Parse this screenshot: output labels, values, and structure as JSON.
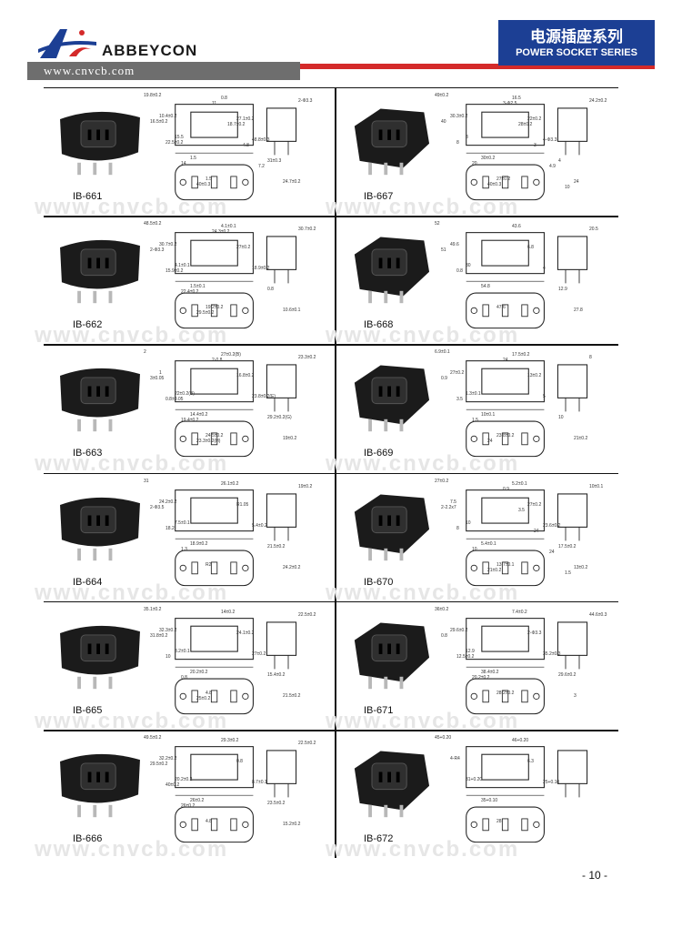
{
  "header": {
    "brand": "ABBEYCON",
    "url": "www.cnvcb.com",
    "title_cn": "电源插座系列",
    "title_en": "POWER SOCKET SERIES",
    "brand_color": "#1c3f94",
    "accent_color": "#d42a2a"
  },
  "models": [
    {
      "id": "IB-661",
      "dims": [
        "19.8±0.2",
        "10.4±0.2",
        "15.5",
        "1.5",
        "1.5",
        "0.8",
        "27.1±0.2",
        "48.8±0.3",
        "31±0.3",
        "24.7±0.2",
        "2-Φ3.3",
        "16.5±0.2",
        "22.5±0.2",
        "14",
        "40±0.3",
        "11",
        "18.7±0.2",
        "4.8",
        "7.2"
      ]
    },
    {
      "id": "IB-667",
      "dims": [
        "49±0.2",
        "30.3±0.2",
        "3",
        "30±0.2",
        "27±0.2",
        "16.5",
        "22±0.2",
        "4-Φ3.3",
        "4",
        "24",
        "24.2±0.2",
        "40",
        "8",
        "20",
        "40±0.3",
        "3-Φ2.5",
        "28±0.2",
        "3",
        "4.9",
        "10"
      ]
    },
    {
      "id": "IB-662",
      "dims": [
        "48.5±0.2",
        "30.7±0.2",
        "4.1±0.1",
        "1.5±0.1",
        "19.2±0.2",
        "4.1±0.1",
        "27±0.2",
        "18.9±0.2",
        "0.8",
        "10.6±0.1",
        "30.7±0.2",
        "2-Φ3.3",
        "15.9±0.2",
        "22.4±0.2",
        "29.5±0.2",
        "24.3±0.2"
      ]
    },
    {
      "id": "IB-668",
      "dims": [
        "52",
        "49.6",
        "30",
        "54.8",
        "47.6",
        "43.6",
        "6.8",
        "4",
        "12.9",
        "27.8",
        "20.5",
        "51",
        "0.8"
      ]
    },
    {
      "id": "IB-663",
      "dims": [
        "2",
        "1",
        "22±0.2(B)",
        "14.4±0.2",
        "24.5±0.2",
        "27±0.2(B)",
        "16.8±0.2",
        "23.8±0.2(E)",
        "29.2±0.2(G)",
        "19±0.2",
        "23.3±0.2",
        "3±0.05",
        "0.8±0.05",
        "19.4±0.2",
        "23.3±0.2(H)",
        "2-0.8"
      ]
    },
    {
      "id": "IB-669",
      "dims": [
        "6.9±0.1",
        "27±0.2",
        "1.3±0.1",
        "10±0.1",
        "23.8±0.2",
        "17.5±0.2",
        "13±0.2",
        "5",
        "10",
        "21±0.2",
        "8",
        "0.9",
        "3.5",
        "1.5",
        "24",
        "24"
      ]
    },
    {
      "id": "IB-664",
      "dims": [
        "31",
        "24.2±0.2",
        "7.5±0.1",
        "18.9±0.2",
        "R2",
        "26.1±0.2",
        "R1.05",
        "5.4±0.2",
        "21.5±0.2",
        "24.2±0.2",
        "19±0.2",
        "2-Φ3.5",
        "18.2",
        "1.3"
      ]
    },
    {
      "id": "IB-670",
      "dims": [
        "27±0.2",
        "7.5",
        "10",
        "5.4±0.1",
        "13.7±0.1",
        "5.2±0.1",
        "27±0.2",
        "23.6±0.2",
        "17.5±0.2",
        "13±0.2",
        "10±0.1",
        "2-2.2x7",
        "8",
        "10",
        "21±0.2",
        "0.9",
        "3.5",
        "24",
        "24",
        "1.5"
      ]
    },
    {
      "id": "IB-665",
      "dims": [
        "35.1±0.2",
        "32.3±0.2",
        "3.2±0.1",
        "20.2±0.2",
        "4.8",
        "14±0.2",
        "24.1±0.2",
        "27±0.2",
        "15.4±0.2",
        "21.5±0.2",
        "22.5±0.2",
        "31.8±0.2",
        "10",
        "0.8",
        "25±0.2"
      ]
    },
    {
      "id": "IB-671",
      "dims": [
        "36±0.2",
        "29.6±0.2",
        "12.9",
        "38.4±0.2",
        "28.2±0.2",
        "7.4±0.2",
        "2-Φ3.3",
        "35.2±0.3",
        "29.6±0.2",
        "3",
        "44.6±0.3",
        "0.8",
        "12.5±0.2",
        "20.2±0.2"
      ]
    },
    {
      "id": "IB-666",
      "dims": [
        "49.5±0.2",
        "32.2±0.2",
        "20.2±0.2",
        "26±0.2",
        "4.8",
        "29.3±0.2",
        "0.8",
        "8.7±0.1",
        "23.5±0.2",
        "15.2±0.2",
        "22.5±0.2",
        "29.5±0.2",
        "40±0.2",
        "26±0.2"
      ]
    },
    {
      "id": "IB-672",
      "dims": [
        "45+0.20",
        "4-R4",
        "31+0.20",
        "35+0.10",
        "28",
        "46+0.20",
        "6.3",
        "25+0.10"
      ]
    }
  ],
  "page_number": "- 10 -"
}
